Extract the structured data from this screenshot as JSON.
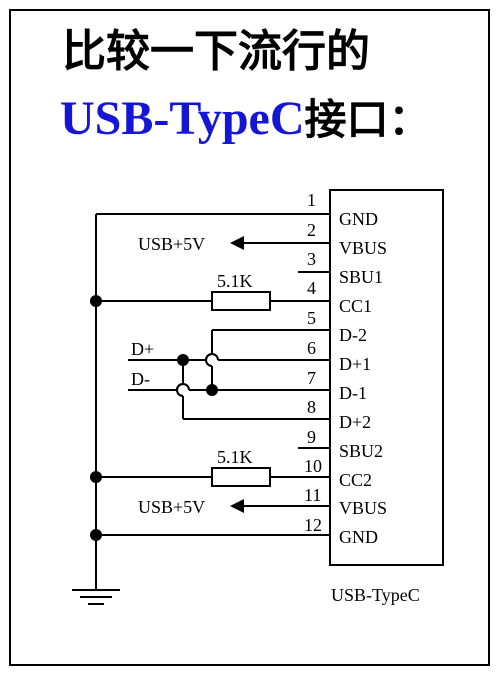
{
  "title": {
    "line1": "比较一下流行的",
    "line2_highlight": "USB-TypeC",
    "line2_rest": "接口：",
    "highlight_color": "#1515d6"
  },
  "connector": {
    "name": "USB-TypeC",
    "pins": [
      {
        "num": "1",
        "label": ""
      },
      {
        "num": "2",
        "label": "GND"
      },
      {
        "num": "3",
        "label": "VBUS"
      },
      {
        "num": "4",
        "label": "SBU1"
      },
      {
        "num": "5",
        "label": "CC1"
      },
      {
        "num": "6",
        "label": "D-2"
      },
      {
        "num": "7",
        "label": "D+1"
      },
      {
        "num": "8",
        "label": "D-1"
      },
      {
        "num": "9",
        "label": "D+2"
      },
      {
        "num": "10",
        "label": "SBU2"
      },
      {
        "num": "11",
        "label": "CC2"
      },
      {
        "num": "12",
        "label": "VBUS"
      }
    ],
    "bottom_label": "GND"
  },
  "nets": {
    "power_top": "USB+5V",
    "power_bottom": "USB+5V",
    "resistor_top": "5.1K",
    "resistor_bottom": "5.1K",
    "dplus": "D+",
    "dminus": "D-"
  }
}
